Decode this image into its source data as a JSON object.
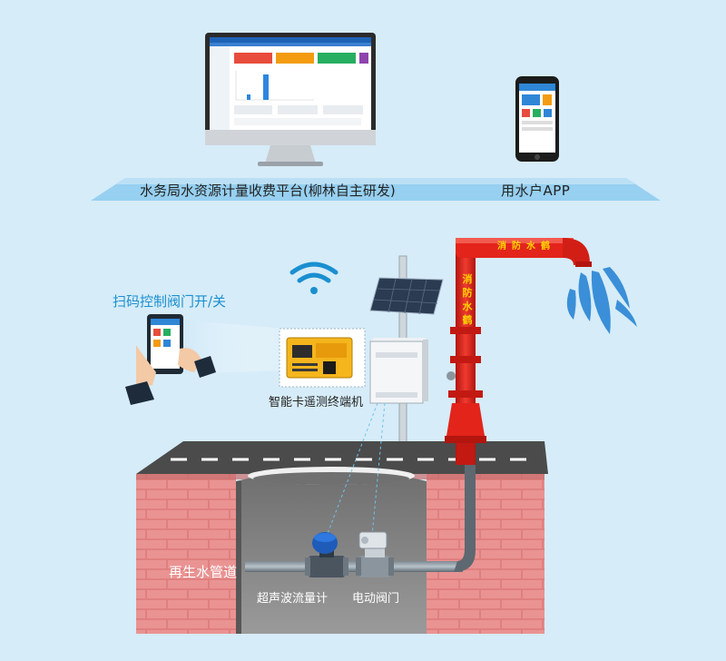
{
  "labels": {
    "platform": "水务局水资源计量收费平台(柳林自主研发)",
    "app": "用水户APP",
    "scan_control": "扫码控制阀门开/关",
    "terminal": "智能卡遥测终端机",
    "pipe": "再生水管道",
    "flowmeter": "超声波流量计",
    "valve": "电动阀门"
  },
  "hydrant_text": "消防水鹤",
  "colors": {
    "background": "#d6ecf8",
    "banner": "#8ccbf0",
    "brick": "#e07f7f",
    "hydrant": "#e3241b",
    "water": "#3a8fd8",
    "wifi": "#1a8fd0",
    "scan_label": "#1a8fd0"
  },
  "icons": [
    "monitor-icon",
    "phone-icon",
    "tablet-icon",
    "wifi-icon",
    "solar-panel-icon",
    "control-box-icon",
    "terminal-device-icon",
    "water-splash-icon"
  ]
}
